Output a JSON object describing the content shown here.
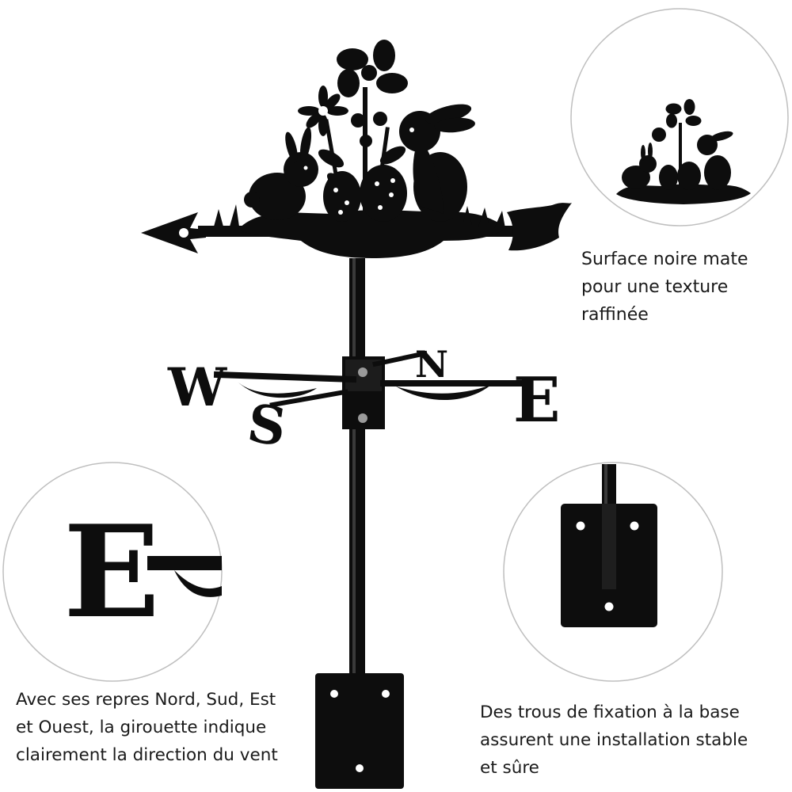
{
  "captions": {
    "matte_surface": "Surface noire mate\npour une texture\nraffinée",
    "directions": "Avec ses repres Nord, Sud, Est\net Ouest, la girouette indique\nclairement la direction du vent",
    "mounting": "Des trous de fixation à la base\nassurent une installation stable\net sûre"
  },
  "compass_letters": {
    "west": "W",
    "east": "E",
    "north": "N",
    "south": "S"
  },
  "colors": {
    "metal": "#0d0d0d",
    "background": "#ffffff",
    "circle_border": "#bfbfbf"
  }
}
